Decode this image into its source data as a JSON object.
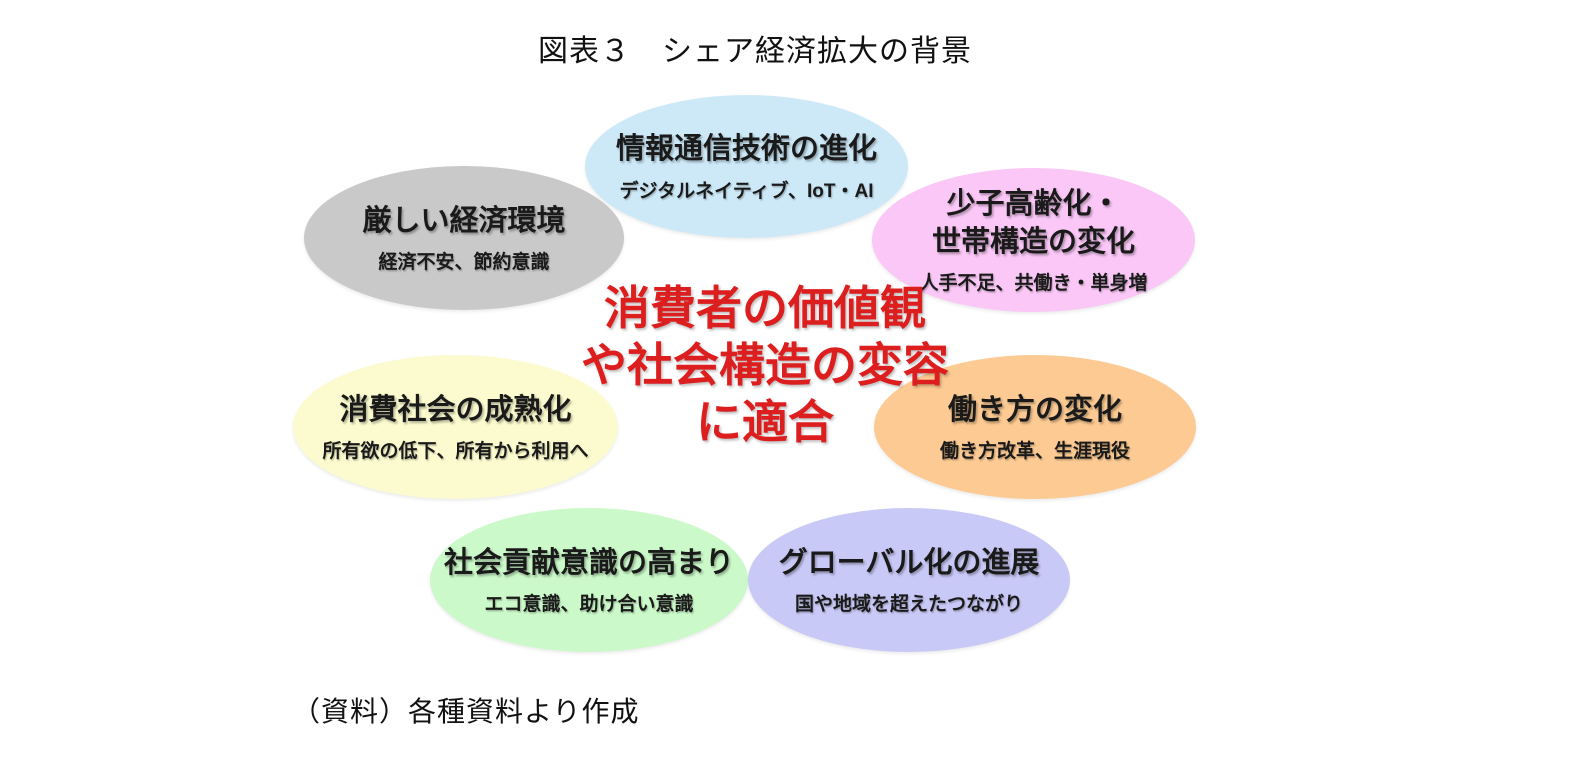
{
  "figure": {
    "title": "図表３　シェア経済拡大の背景",
    "source_note": "（資料）各種資料より作成"
  },
  "center": {
    "text": "消費者の価値観\nや社会構造の変容\nに適合",
    "color": "#dd1e1e"
  },
  "bubbles": [
    {
      "id": "ict",
      "title": "情報通信技術の進化",
      "subtitle": "デジタルネイティブ、IoT・AI",
      "fill": "#cde9f8"
    },
    {
      "id": "economy",
      "title": "厳しい経済環境",
      "subtitle": "経済不安、節約意識",
      "fill": "#c9c9c9"
    },
    {
      "id": "aging",
      "title": "少子高齢化・\n世帯構造の変化",
      "subtitle": "人手不足、共働き・単身増",
      "fill": "#fac7f6"
    },
    {
      "id": "consumption",
      "title": "消費社会の成熟化",
      "subtitle": "所有欲の低下、所有から利用へ",
      "fill": "#fbfbcf"
    },
    {
      "id": "workstyle",
      "title": "働き方の変化",
      "subtitle": "働き方改革、生涯現役",
      "fill": "#fcca92"
    },
    {
      "id": "social",
      "title": "社会貢献意識の高まり",
      "subtitle": "エコ意識、助け合い意識",
      "fill": "#cbf9c9"
    },
    {
      "id": "global",
      "title": "グローバル化の進展",
      "subtitle": "国や地域を超えたつながり",
      "fill": "#c9c9f7"
    }
  ]
}
